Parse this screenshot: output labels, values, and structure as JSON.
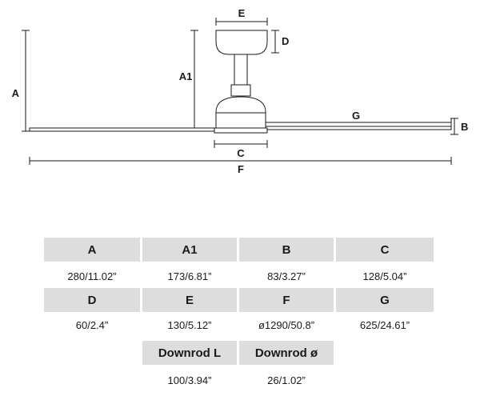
{
  "diagram": {
    "labels": {
      "A": "A",
      "A1": "A1",
      "B": "B",
      "C": "C",
      "D": "D",
      "E": "E",
      "F": "F",
      "G": "G"
    }
  },
  "specs": {
    "row1": [
      {
        "header": "A",
        "value": "280/11.02”"
      },
      {
        "header": "A1",
        "value": "173/6.81”"
      },
      {
        "header": "B",
        "value": "83/3.27”"
      },
      {
        "header": "C",
        "value": "128/5.04”"
      }
    ],
    "row2": [
      {
        "header": "D",
        "value": "60/2.4”"
      },
      {
        "header": "E",
        "value": "130/5.12”"
      },
      {
        "header": "F",
        "value": "ø1290/50.8”"
      },
      {
        "header": "G",
        "value": "625/24.61”"
      }
    ],
    "row3": [
      {
        "header": "Downrod L",
        "value": "100/3.94”"
      },
      {
        "header": "Downrod ø",
        "value": "26/1.02”"
      }
    ]
  }
}
